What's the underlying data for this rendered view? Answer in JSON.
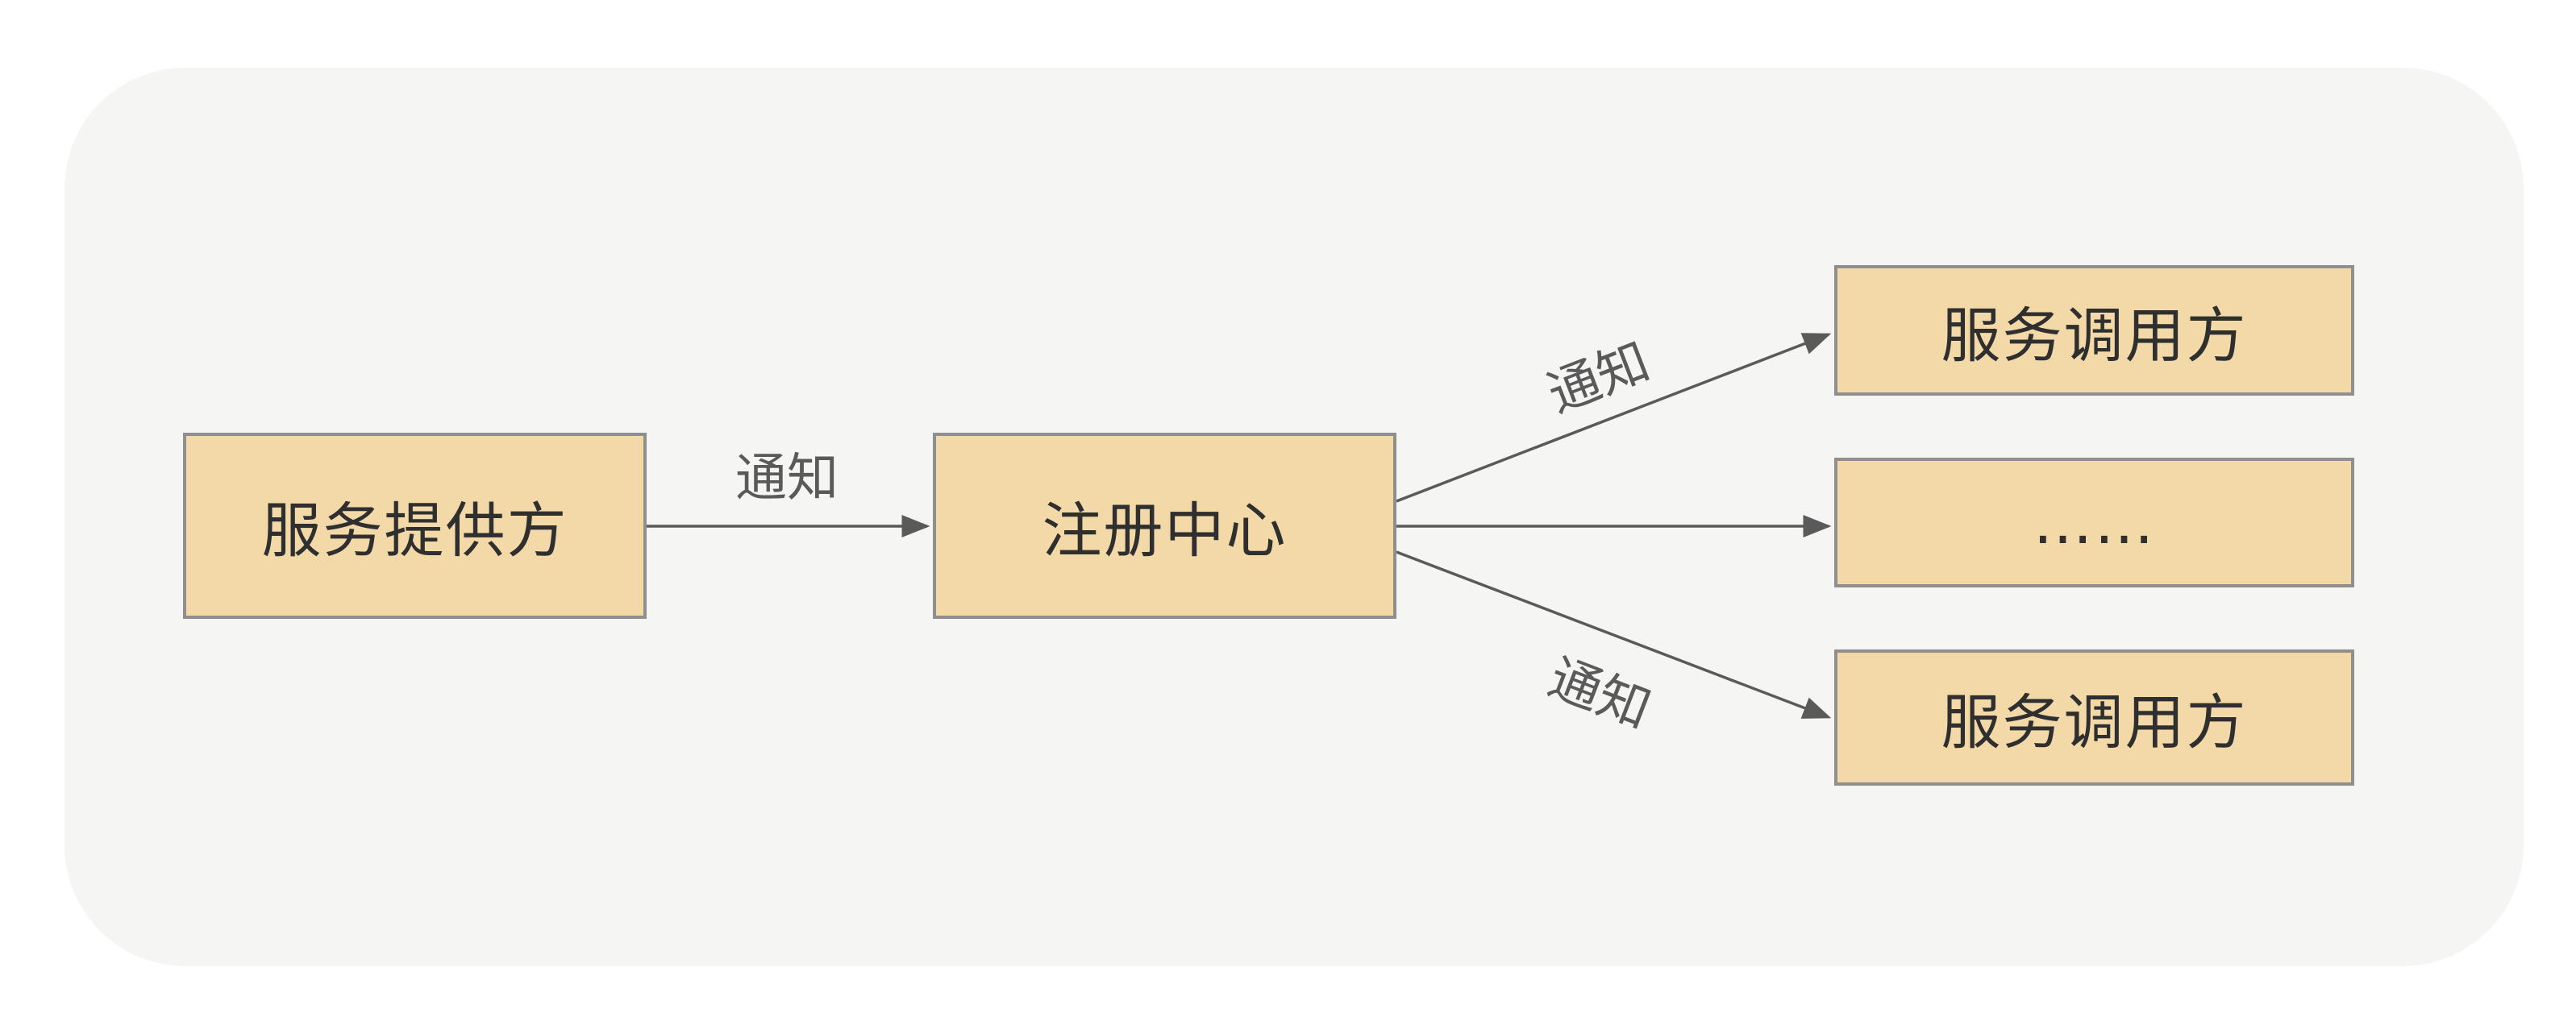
{
  "nodes": {
    "provider": "服务提供方",
    "registry": "注册中心",
    "consumer_top": "服务调用方",
    "ellipsis": "……",
    "consumer_bottom": "服务调用方"
  },
  "edges": {
    "provider_to_registry": "通知",
    "registry_to_consumer_top": "通知",
    "registry_to_consumer_bottom": "通知"
  },
  "colors": {
    "node_fill": "#f3d9a8",
    "node_border": "#8f8f8f",
    "panel": "#f5f5f4",
    "arrow": "#5a5a5a"
  }
}
